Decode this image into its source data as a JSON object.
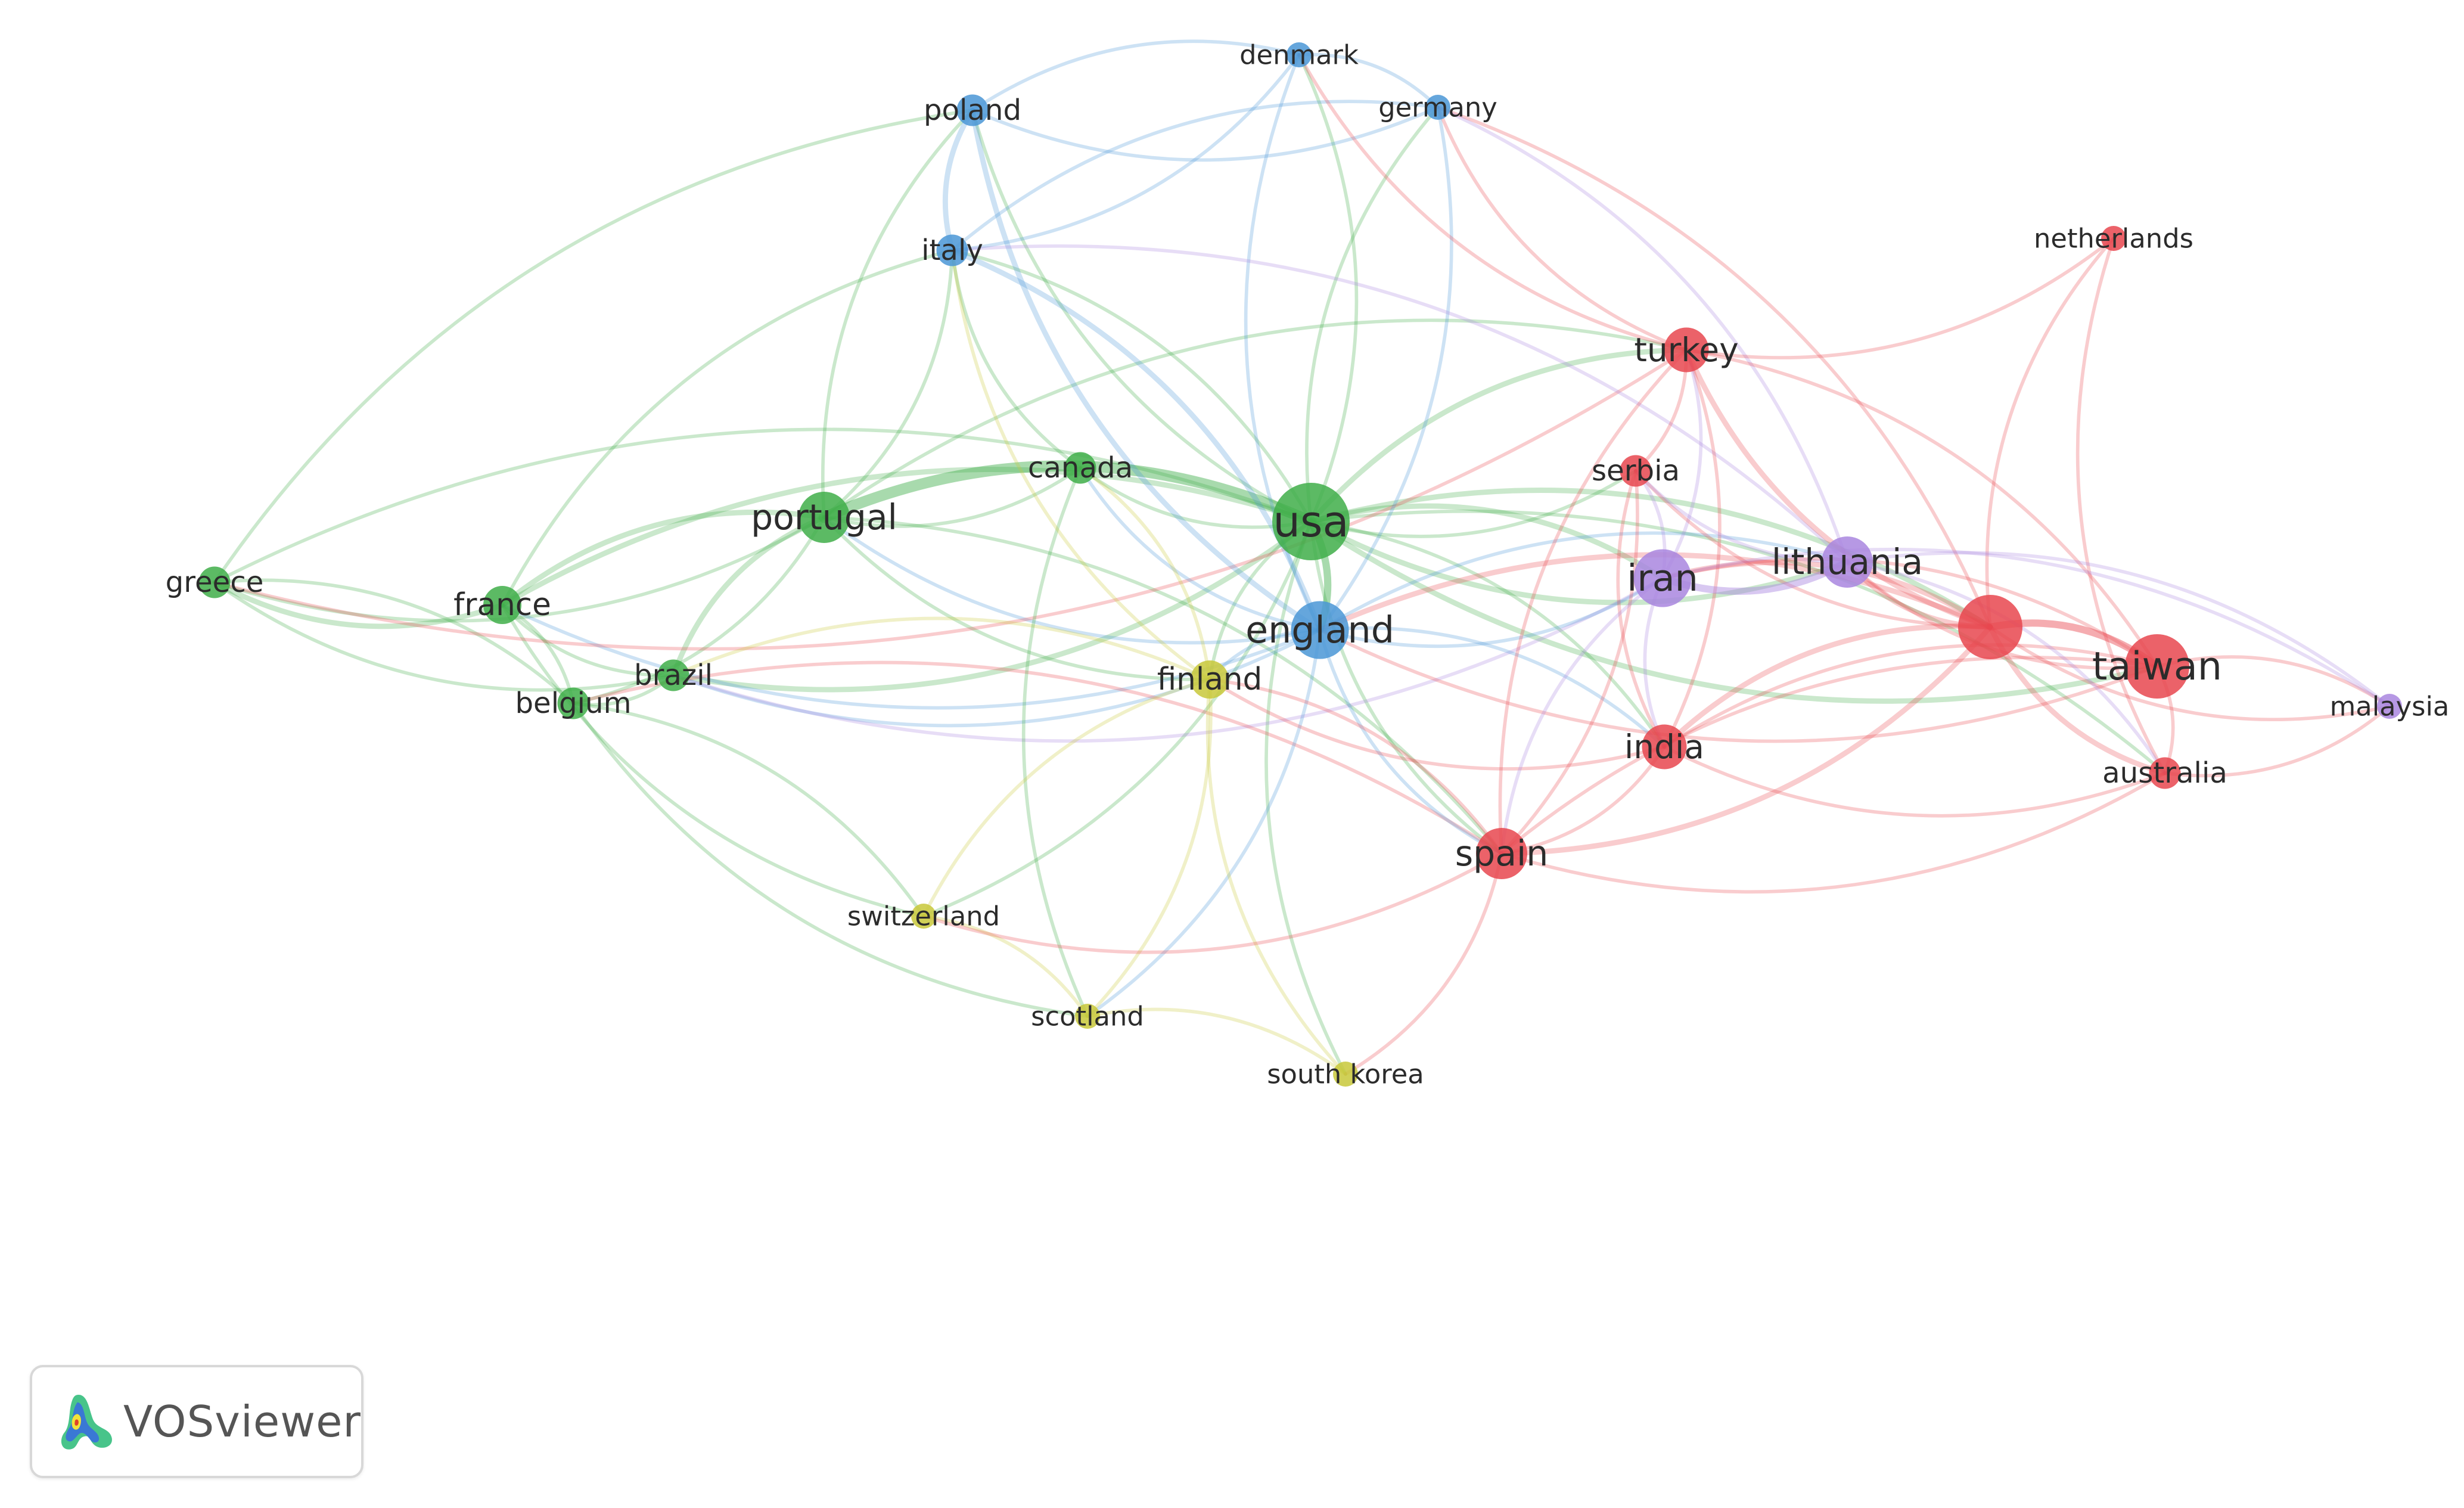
{
  "legend": {
    "logo_text": "VOSviewer"
  },
  "clusters": {
    "red": "#e8474f",
    "green": "#3fae49",
    "blue": "#4a96d6",
    "yellow": "#c8c83a",
    "purple": "#a986df"
  },
  "nodes": [
    {
      "id": "usa",
      "label": "usa",
      "cluster": "green",
      "weight": 10
    },
    {
      "id": "portugal",
      "label": "portugal",
      "cluster": "green",
      "weight": 6
    },
    {
      "id": "france",
      "label": "france",
      "cluster": "green",
      "weight": 4
    },
    {
      "id": "greece",
      "label": "greece",
      "cluster": "green",
      "weight": 3
    },
    {
      "id": "brazil",
      "label": "brazil",
      "cluster": "green",
      "weight": 3
    },
    {
      "id": "belgium",
      "label": "belgium",
      "cluster": "green",
      "weight": 3
    },
    {
      "id": "canada",
      "label": "canada",
      "cluster": "green",
      "weight": 3
    },
    {
      "id": "england",
      "label": "england",
      "cluster": "blue",
      "weight": 7
    },
    {
      "id": "poland",
      "label": "poland",
      "cluster": "blue",
      "weight": 3
    },
    {
      "id": "italy",
      "label": "italy",
      "cluster": "blue",
      "weight": 3
    },
    {
      "id": "denmark",
      "label": "denmark",
      "cluster": "blue",
      "weight": 2
    },
    {
      "id": "germany",
      "label": "germany",
      "cluster": "blue",
      "weight": 2
    },
    {
      "id": "finland",
      "label": "finland",
      "cluster": "yellow",
      "weight": 4
    },
    {
      "id": "switzerland",
      "label": "switzerland",
      "cluster": "yellow",
      "weight": 2
    },
    {
      "id": "scotland",
      "label": "scotland",
      "cluster": "yellow",
      "weight": 2
    },
    {
      "id": "south-korea",
      "label": "south korea",
      "cluster": "yellow",
      "weight": 2
    },
    {
      "id": "turkey",
      "label": "turkey",
      "cluster": "red",
      "weight": 5
    },
    {
      "id": "serbia",
      "label": "serbia",
      "cluster": "red",
      "weight": 3
    },
    {
      "id": "china",
      "label": "",
      "cluster": "red",
      "weight": 8
    },
    {
      "id": "taiwan",
      "label": "taiwan",
      "cluster": "red",
      "weight": 8
    },
    {
      "id": "india",
      "label": "india",
      "cluster": "red",
      "weight": 5
    },
    {
      "id": "spain",
      "label": "spain",
      "cluster": "red",
      "weight": 6
    },
    {
      "id": "australia",
      "label": "australia",
      "cluster": "red",
      "weight": 3
    },
    {
      "id": "netherlands",
      "label": "netherlands",
      "cluster": "red",
      "weight": 2
    },
    {
      "id": "iran",
      "label": "iran",
      "cluster": "purple",
      "weight": 7
    },
    {
      "id": "lithuania",
      "label": "lithuania",
      "cluster": "purple",
      "weight": 6
    },
    {
      "id": "malaysia",
      "label": "malaysia",
      "cluster": "purple",
      "weight": 2
    }
  ],
  "links": [
    [
      "usa",
      "portugal",
      5
    ],
    [
      "usa",
      "england",
      3
    ],
    [
      "usa",
      "france",
      2
    ],
    [
      "usa",
      "brazil",
      2
    ],
    [
      "usa",
      "greece",
      1
    ],
    [
      "usa",
      "canada",
      1
    ],
    [
      "usa",
      "italy",
      1
    ],
    [
      "usa",
      "poland",
      1
    ],
    [
      "usa",
      "denmark",
      1
    ],
    [
      "usa",
      "germany",
      1
    ],
    [
      "usa",
      "finland",
      1
    ],
    [
      "usa",
      "turkey",
      2
    ],
    [
      "usa",
      "serbia",
      1
    ],
    [
      "usa",
      "iran",
      2
    ],
    [
      "usa",
      "lithuania",
      2
    ],
    [
      "usa",
      "china",
      2
    ],
    [
      "usa",
      "taiwan",
      2
    ],
    [
      "usa",
      "india",
      1
    ],
    [
      "usa",
      "spain",
      1
    ],
    [
      "usa",
      "switzerland",
      1
    ],
    [
      "usa",
      "south-korea",
      1
    ],
    [
      "usa",
      "australia",
      1
    ],
    [
      "portugal",
      "france",
      2
    ],
    [
      "portugal",
      "greece",
      1
    ],
    [
      "portugal",
      "brazil",
      2
    ],
    [
      "portugal",
      "belgium",
      1
    ],
    [
      "portugal",
      "italy",
      1
    ],
    [
      "portugal",
      "poland",
      1
    ],
    [
      "portugal",
      "england",
      1
    ],
    [
      "portugal",
      "spain",
      1
    ],
    [
      "portugal",
      "canada",
      1
    ],
    [
      "portugal",
      "turkey",
      1
    ],
    [
      "portugal",
      "finland",
      1
    ],
    [
      "france",
      "greece",
      2
    ],
    [
      "france",
      "brazil",
      1
    ],
    [
      "france",
      "belgium",
      1
    ],
    [
      "france",
      "england",
      1
    ],
    [
      "france",
      "italy",
      1
    ],
    [
      "france",
      "switzerland",
      1
    ],
    [
      "greece",
      "belgium",
      1
    ],
    [
      "greece",
      "brazil",
      1
    ],
    [
      "greece",
      "poland",
      1
    ],
    [
      "greece",
      "turkey",
      1
    ],
    [
      "brazil",
      "belgium",
      1
    ],
    [
      "brazil",
      "england",
      1
    ],
    [
      "brazil",
      "finland",
      1
    ],
    [
      "brazil",
      "iran",
      1
    ],
    [
      "belgium",
      "switzerland",
      1
    ],
    [
      "belgium",
      "scotland",
      1
    ],
    [
      "belgium",
      "spain",
      1
    ],
    [
      "canada",
      "england",
      1
    ],
    [
      "canada",
      "finland",
      1
    ],
    [
      "canada",
      "scotland",
      1
    ],
    [
      "canada",
      "italy",
      1
    ],
    [
      "england",
      "italy",
      2
    ],
    [
      "england",
      "poland",
      2
    ],
    [
      "england",
      "germany",
      1
    ],
    [
      "england",
      "denmark",
      1
    ],
    [
      "england",
      "finland",
      1
    ],
    [
      "england",
      "china",
      2
    ],
    [
      "england",
      "taiwan",
      1
    ],
    [
      "england",
      "india",
      1
    ],
    [
      "england",
      "spain",
      1
    ],
    [
      "england",
      "lithuania",
      1
    ],
    [
      "england",
      "iran",
      1
    ],
    [
      "england",
      "scotland",
      1
    ],
    [
      "poland",
      "italy",
      2
    ],
    [
      "poland",
      "denmark",
      1
    ],
    [
      "poland",
      "germany",
      1
    ],
    [
      "italy",
      "germany",
      1
    ],
    [
      "italy",
      "denmark",
      1
    ],
    [
      "italy",
      "lithuania",
      1
    ],
    [
      "italy",
      "finland",
      1
    ],
    [
      "denmark",
      "germany",
      1
    ],
    [
      "denmark",
      "turkey",
      1
    ],
    [
      "germany",
      "china",
      1
    ],
    [
      "germany",
      "turkey",
      1
    ],
    [
      "germany",
      "lithuania",
      1
    ],
    [
      "finland",
      "switzerland",
      1
    ],
    [
      "finland",
      "scotland",
      1
    ],
    [
      "finland",
      "south-korea",
      1
    ],
    [
      "finland",
      "spain",
      1
    ],
    [
      "finland",
      "india",
      1
    ],
    [
      "switzerland",
      "scotland",
      1
    ],
    [
      "switzerland",
      "spain",
      1
    ],
    [
      "scotland",
      "south-korea",
      1
    ],
    [
      "south-korea",
      "spain",
      1
    ],
    [
      "turkey",
      "serbia",
      1
    ],
    [
      "turkey",
      "china",
      2
    ],
    [
      "turkey",
      "india",
      1
    ],
    [
      "turkey",
      "spain",
      1
    ],
    [
      "turkey",
      "iran",
      1
    ],
    [
      "turkey",
      "netherlands",
      1
    ],
    [
      "turkey",
      "taiwan",
      1
    ],
    [
      "serbia",
      "china",
      1
    ],
    [
      "serbia",
      "iran",
      1
    ],
    [
      "serbia",
      "lithuania",
      1
    ],
    [
      "serbia",
      "spain",
      1
    ],
    [
      "serbia",
      "india",
      1
    ],
    [
      "china",
      "taiwan",
      3
    ],
    [
      "china",
      "india",
      2
    ],
    [
      "china",
      "spain",
      2
    ],
    [
      "china",
      "australia",
      2
    ],
    [
      "china",
      "netherlands",
      1
    ],
    [
      "china",
      "iran",
      2
    ],
    [
      "china",
      "lithuania",
      2
    ],
    [
      "china",
      "malaysia",
      1
    ],
    [
      "taiwan",
      "australia",
      1
    ],
    [
      "taiwan",
      "india",
      1
    ],
    [
      "taiwan",
      "malaysia",
      1
    ],
    [
      "taiwan",
      "iran",
      1
    ],
    [
      "india",
      "spain",
      1
    ],
    [
      "india",
      "australia",
      1
    ],
    [
      "india",
      "iran",
      1
    ],
    [
      "spain",
      "australia",
      1
    ],
    [
      "spain",
      "taiwan",
      1
    ],
    [
      "australia",
      "malaysia",
      1
    ],
    [
      "australia",
      "netherlands",
      1
    ],
    [
      "iran",
      "lithuania",
      3
    ],
    [
      "iran",
      "malaysia",
      1
    ],
    [
      "iran",
      "spain",
      1
    ],
    [
      "lithuania",
      "malaysia",
      1
    ],
    [
      "lithuania",
      "taiwan",
      1
    ],
    [
      "lithuania",
      "australia",
      1
    ]
  ]
}
